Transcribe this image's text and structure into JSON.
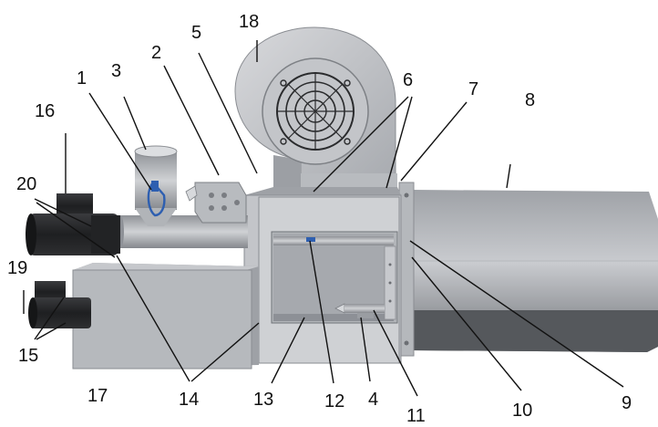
{
  "callouts": [
    {
      "id": "1",
      "text": "1"
    },
    {
      "id": "2",
      "text": "2"
    },
    {
      "id": "3",
      "text": "3"
    },
    {
      "id": "4",
      "text": "4"
    },
    {
      "id": "5",
      "text": "5"
    },
    {
      "id": "6",
      "text": "6"
    },
    {
      "id": "7",
      "text": "7"
    },
    {
      "id": "8",
      "text": "8"
    },
    {
      "id": "9",
      "text": "9"
    },
    {
      "id": "10",
      "text": "10"
    },
    {
      "id": "11",
      "text": "11"
    },
    {
      "id": "12",
      "text": "12"
    },
    {
      "id": "13",
      "text": "13"
    },
    {
      "id": "14",
      "text": "14"
    },
    {
      "id": "15",
      "text": "15"
    },
    {
      "id": "16",
      "text": "16"
    },
    {
      "id": "17",
      "text": "17"
    },
    {
      "id": "18",
      "text": "18"
    },
    {
      "id": "19",
      "text": "19"
    },
    {
      "id": "20",
      "text": "20"
    }
  ],
  "colors": {
    "body_light": "#c9cbcf",
    "body_mid": "#aeb1b6",
    "body_dark": "#8d9096",
    "shadow": "#55585c",
    "motor": "#2b2c2e",
    "leader": "#111111",
    "highlight_blue": "#2e5fb0"
  }
}
